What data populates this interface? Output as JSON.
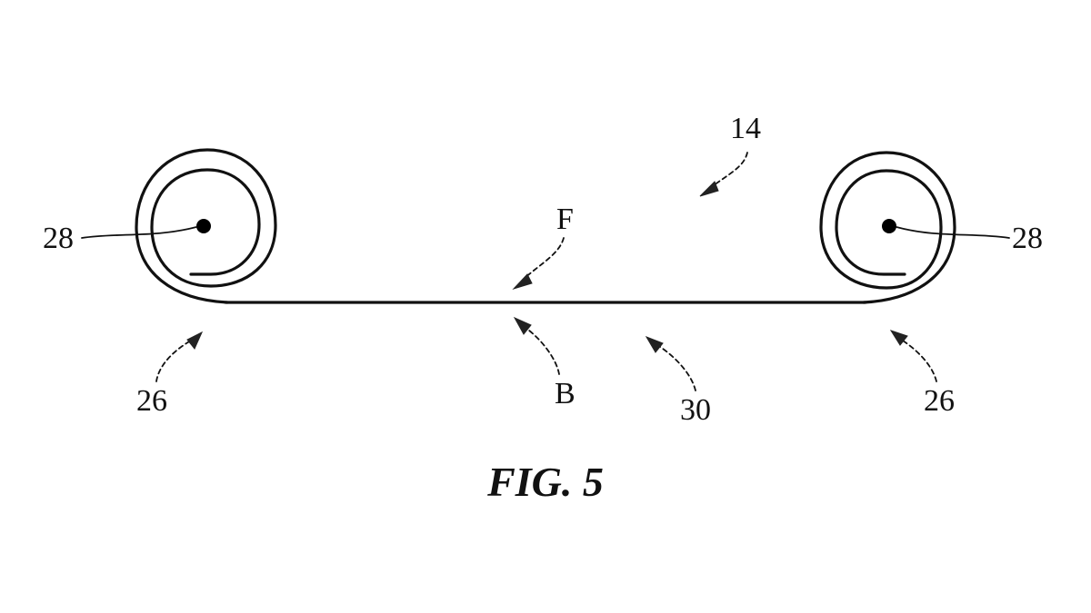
{
  "figure": {
    "caption": "FIG. 5",
    "labels": {
      "assembly": "14",
      "front_face": "F",
      "back_face": "B",
      "sheet": "30",
      "roll_left": "26",
      "roll_right": "26",
      "axis_left": "28",
      "axis_right": "28"
    }
  }
}
